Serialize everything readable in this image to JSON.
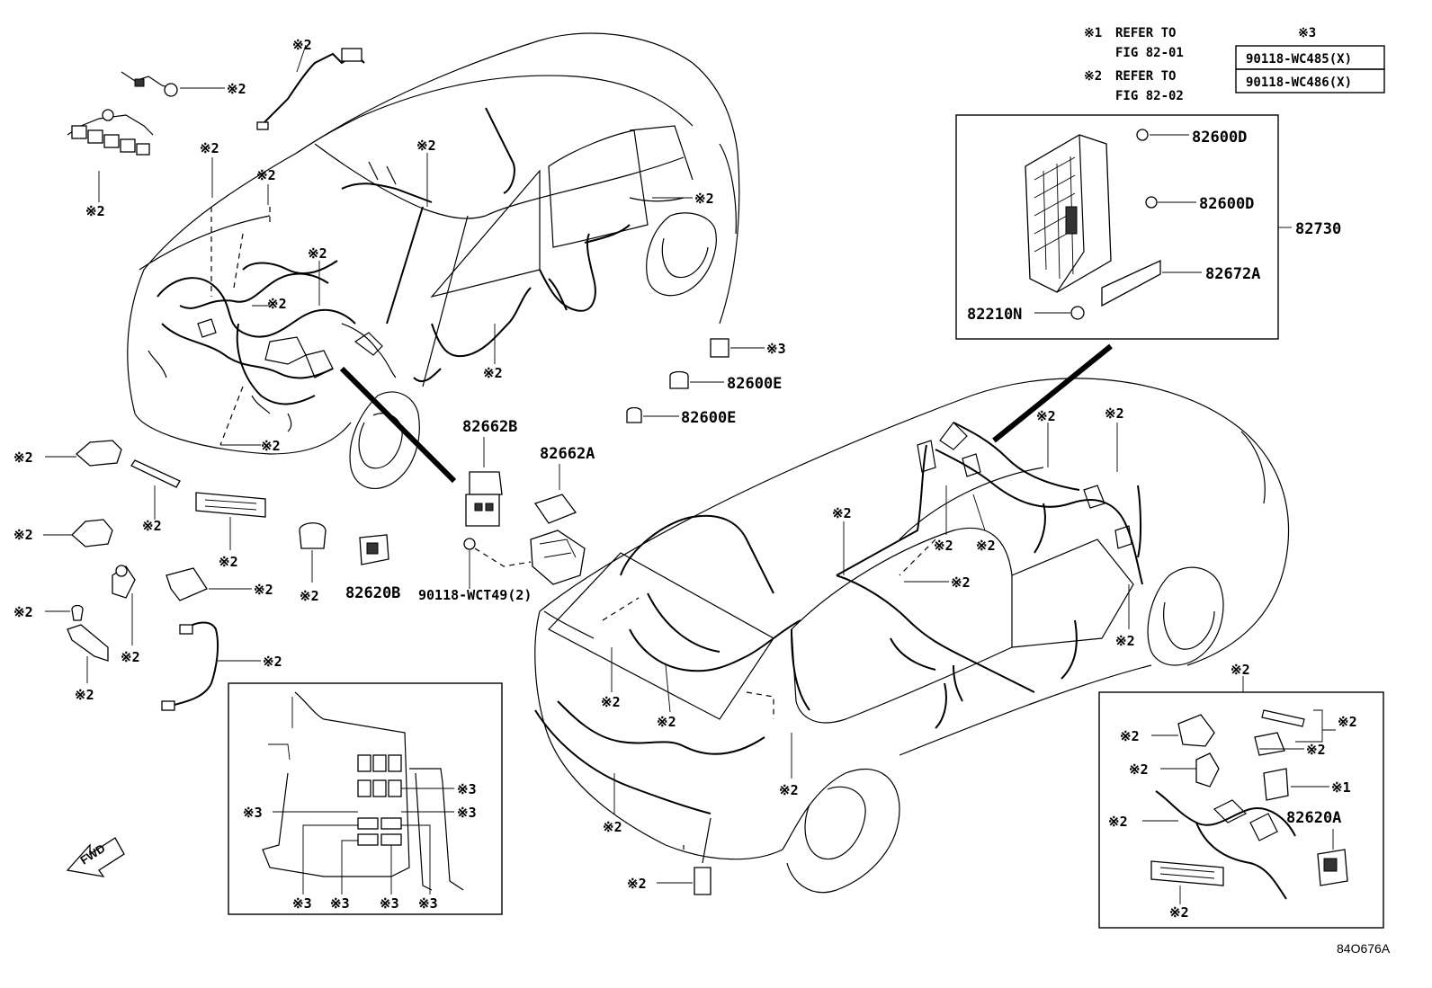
{
  "notes": {
    "note1_mark": "※1",
    "note1_line1": "REFER TO",
    "note1_line2": "FIG 82-01",
    "note2_mark": "※2",
    "note2_line1": "REFER TO",
    "note2_line2": "FIG 82-02",
    "note3_mark": "※3",
    "note3_part1": "90118-WC485(X)",
    "note3_part2": "90118-WC486(X)"
  },
  "marks": {
    "m1": "※1",
    "m2": "※2",
    "m3": "※3"
  },
  "parts": {
    "p82600D": "82600D",
    "p82730": "82730",
    "p82672A": "82672A",
    "p82210N": "82210N",
    "p82600E": "82600E",
    "p82662B": "82662B",
    "p82662A": "82662A",
    "p90118WCT49": "90118-WCT49(2)",
    "p82620B": "82620B",
    "p82620A": "82620A"
  },
  "fwd_label": "FWD",
  "diagram_code": "84O676A"
}
